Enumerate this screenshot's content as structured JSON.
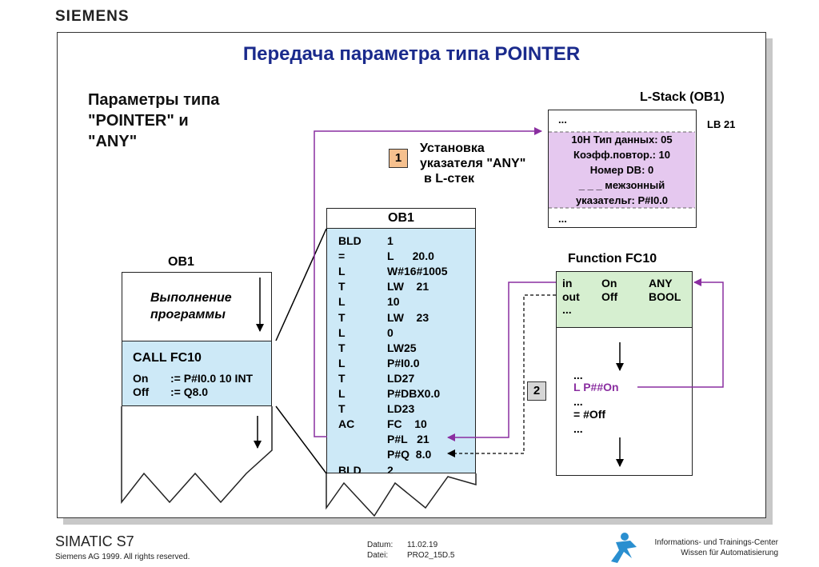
{
  "brand": "SIEMENS",
  "title": "Передача параметра типа POINTER",
  "heading": [
    "Параметры типа",
    "\"POINTER\" и",
    "\"ANY\""
  ],
  "lstack": {
    "title": "L-Stack (OB1)",
    "lb_label": "LB 21",
    "rows": [
      "...",
      "10H      Тип данных: 05",
      "Коэфф.повтор.: 10",
      "Номер DB: 0",
      "_ _ _ межзонный",
      "указательr: P#I0.0",
      "..."
    ]
  },
  "step1": {
    "number": "1",
    "text": [
      "Установка",
      "указателя \"ANY\"",
      "в L-стек"
    ]
  },
  "step2": {
    "number": "2"
  },
  "ob1_middle": {
    "title": "OB1",
    "code": [
      [
        "BLD",
        "1"
      ],
      [
        "=",
        "L      20.0"
      ],
      [
        "L",
        "W#16#1005"
      ],
      [
        "T",
        "LW    21"
      ],
      [
        "L",
        "10"
      ],
      [
        "T",
        "LW    23"
      ],
      [
        "L",
        "0"
      ],
      [
        "T",
        "LW25"
      ],
      [
        "L",
        "P#I0.0"
      ],
      [
        "T",
        "LD27"
      ],
      [
        "L",
        "P#DBX0.0"
      ],
      [
        "T",
        "LD23"
      ],
      [
        "AC",
        "FC    10"
      ],
      [
        "",
        "P#L   21"
      ],
      [
        "",
        "P#Q  8.0"
      ],
      [
        "BLD",
        "2"
      ]
    ]
  },
  "ob1_left": {
    "title": "OB1",
    "exec_text": [
      "Выполнение",
      "программы"
    ],
    "call": "CALL FC10",
    "params": [
      [
        "On",
        ":= P#I0.0 10 INT"
      ],
      [
        "Off",
        ":= Q8.0"
      ]
    ]
  },
  "fc10": {
    "title": "Function  FC10",
    "decl": [
      [
        "in",
        "On",
        "ANY"
      ],
      [
        "out",
        "Off",
        "BOOL"
      ],
      [
        "...",
        "",
        ""
      ]
    ],
    "body": [
      "...",
      "L P##On",
      "...",
      "= #Off",
      "..."
    ]
  },
  "footer": {
    "product": "SIMATIC S7",
    "copyright": "Siemens AG 1999. All rights reserved.",
    "date_label": "Datum:",
    "date_value": "11.02.19",
    "file_label": "Datei:",
    "file_value": "PRO2_15D.5",
    "center_line1": "Informations- und Trainings-Center",
    "center_line2": "Wissen für Automatisierung"
  },
  "colors": {
    "title": "#1a2a8c",
    "arrow_purple": "#8a2ea0",
    "code_bg": "#cde9f7",
    "stack_fill": "#e5c8ef",
    "fc_top": "#d6efd0",
    "logo": "#2a8fd0"
  }
}
